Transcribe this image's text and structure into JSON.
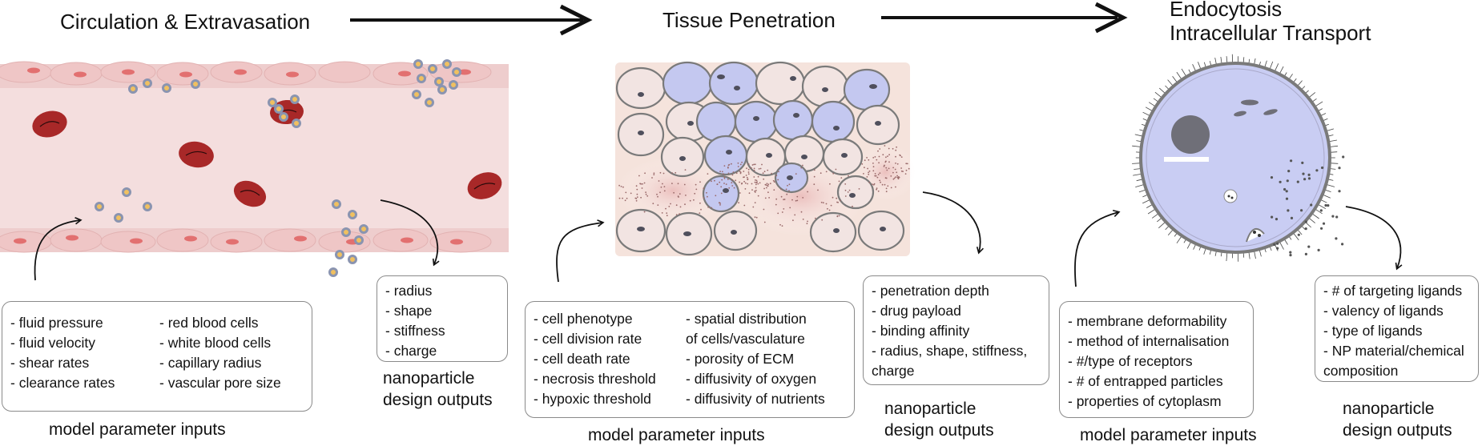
{
  "stages": [
    {
      "title": "Circulation & Extravasation"
    },
    {
      "title": "Tissue Penetration"
    },
    {
      "title_line1": "Endocytosis",
      "title_line2": "Intracellular Transport"
    }
  ],
  "panel1": {
    "inputs_col1": [
      "- fluid pressure",
      "- fluid velocity",
      "- shear rates",
      "- clearance rates"
    ],
    "inputs_col2": [
      "- red blood cells",
      "- white blood cells",
      "- capillary radius",
      "- vascular pore size"
    ],
    "inputs_caption": "model parameter inputs",
    "outputs": [
      "- radius",
      "- shape",
      "- stiffness",
      "- charge"
    ],
    "outputs_caption_line1": "nanoparticle",
    "outputs_caption_line2": "design outputs"
  },
  "panel2": {
    "inputs_col1": [
      "- cell phenotype",
      "- cell division rate",
      "- cell death rate",
      "- necrosis threshold",
      "- hypoxic threshold"
    ],
    "inputs_col2": [
      "- spatial distribution",
      "of cells/vasculature",
      "- porosity of ECM",
      "- diffusivity of oxygen",
      "- diffusivity of nutrients"
    ],
    "inputs_caption": "model parameter inputs",
    "outputs": [
      "- penetration depth",
      "- drug payload",
      "- binding affinity",
      "- radius, shape, stiffness,",
      "charge"
    ],
    "outputs_caption_line1": "nanoparticle",
    "outputs_caption_line2": "design outputs"
  },
  "panel3": {
    "inputs": [
      "- membrane deformability",
      "- method of internalisation",
      "- #/type of receptors",
      "- # of entrapped particles",
      "- properties of cytoplasm"
    ],
    "inputs_caption": "model parameter inputs",
    "outputs": [
      "- # of targeting ligands",
      "- valency of ligands",
      "- type of ligands",
      "- NP material/chemical",
      "composition"
    ],
    "outputs_caption_line1": "nanoparticle",
    "outputs_caption_line2": "design outputs"
  },
  "colors": {
    "vessel": "#f4dede",
    "rbc": "#a82828",
    "endothelial": "#efc9c9",
    "cell_pink": "#f2e4e2",
    "cell_blue": "#c4c8f0",
    "cell_outline": "#7a7a7a",
    "nucleus": "#5a5a66",
    "nanoparticle": "#8a94b0",
    "cytoplasm": "#c9cdf3"
  }
}
